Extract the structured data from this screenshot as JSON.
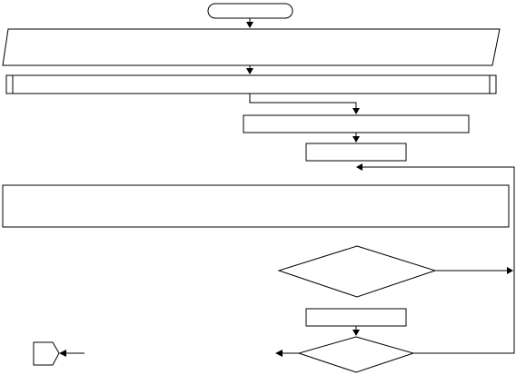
{
  "flowchart": {
    "nodes": [
      {
        "id": "start",
        "shape": "terminator",
        "text": ""
      },
      {
        "id": "input",
        "shape": "parallelogram",
        "text": ""
      },
      {
        "id": "subprocess",
        "shape": "predefined-process",
        "text": ""
      },
      {
        "id": "process-1",
        "shape": "process",
        "text": ""
      },
      {
        "id": "process-2",
        "shape": "process",
        "text": ""
      },
      {
        "id": "process-3",
        "shape": "process",
        "text": ""
      },
      {
        "id": "decision-1",
        "shape": "decision",
        "text": ""
      },
      {
        "id": "process-4",
        "shape": "process",
        "text": ""
      },
      {
        "id": "decision-2",
        "shape": "decision",
        "text": ""
      },
      {
        "id": "off-page-connector",
        "shape": "off-page-connector",
        "text": ""
      }
    ],
    "colors": {
      "stroke": "#000000",
      "fill": "#ffffff"
    }
  }
}
